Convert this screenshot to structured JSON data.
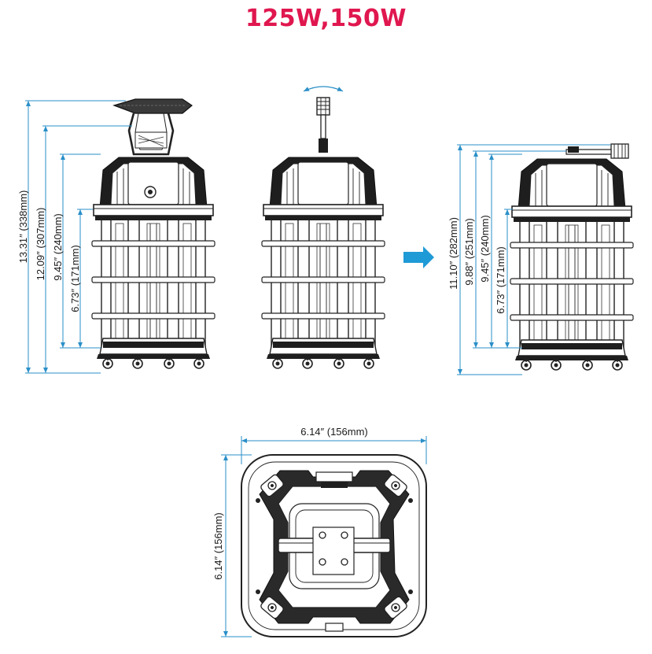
{
  "title": "125W,150W",
  "colors": {
    "title": "#e0174f",
    "dimension_line": "#2a8fc8",
    "arrow": "#1e9ad6",
    "outline": "#222222"
  },
  "front_view": {
    "dims": [
      "13.31″ (338mm)",
      "12.09″ (307mm)",
      "9.45″ (240mm)",
      "6.73″ (171mm)"
    ]
  },
  "side_view": {
    "dims": [
      "11.10″ (282mm)",
      "9.88″ (251mm)",
      "9.45″ (240mm)",
      "6.73″ (171mm)"
    ]
  },
  "top_view": {
    "width_dim": "6.14″ (156mm)",
    "height_dim": "6.14″ (156mm)"
  },
  "icons": {
    "arrow": "arrow-right-icon",
    "rotation": "rotation-arrow-icon"
  }
}
